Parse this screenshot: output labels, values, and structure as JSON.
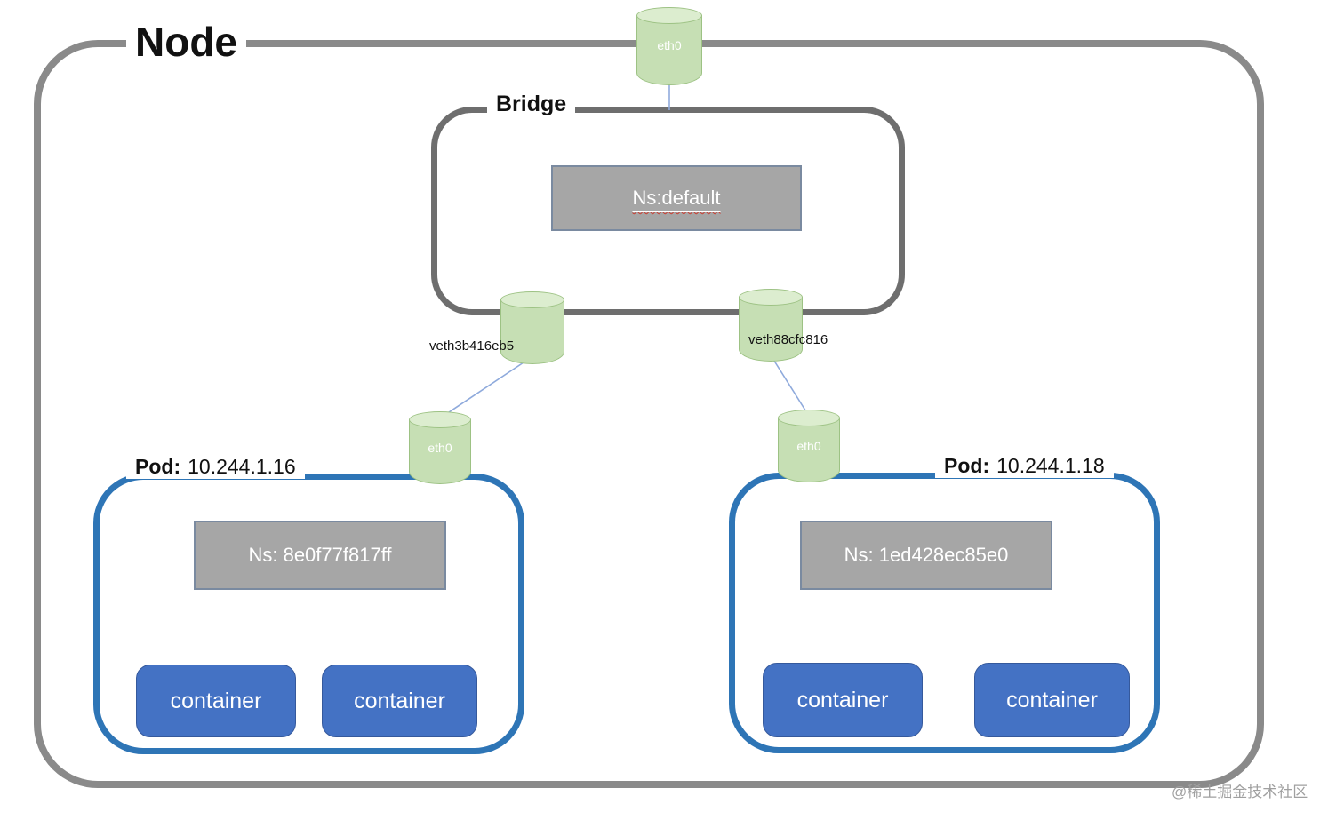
{
  "node": {
    "label": "Node"
  },
  "bridge": {
    "label": "Bridge",
    "ns_box": "Ns:default"
  },
  "top_eth0": {
    "label": "eth0"
  },
  "veths": [
    {
      "label": "veth3b416eb5"
    },
    {
      "label": "veth88cfc816"
    }
  ],
  "pods": [
    {
      "prefix": "Pod:",
      "ip": "10.244.1.16",
      "eth_label": "eth0",
      "ns_box": "Ns: 8e0f77f817ff",
      "containers": [
        "container",
        "container"
      ]
    },
    {
      "prefix": "Pod:",
      "ip": "10.244.1.18",
      "eth_label": "eth0",
      "ns_box": "Ns: 1ed428ec85e0",
      "containers": [
        "container",
        "container"
      ]
    }
  ],
  "watermark": "@稀土掘金技术社区",
  "colors": {
    "node_border": "#8a8a8a",
    "bridge_border": "#6e6e6e",
    "pod_border": "#2e75b6",
    "container_fill": "#4472c4",
    "ns_fill": "#a6a6a6",
    "cylinder_fill": "#c6dfb4",
    "line": "#8faadc"
  }
}
